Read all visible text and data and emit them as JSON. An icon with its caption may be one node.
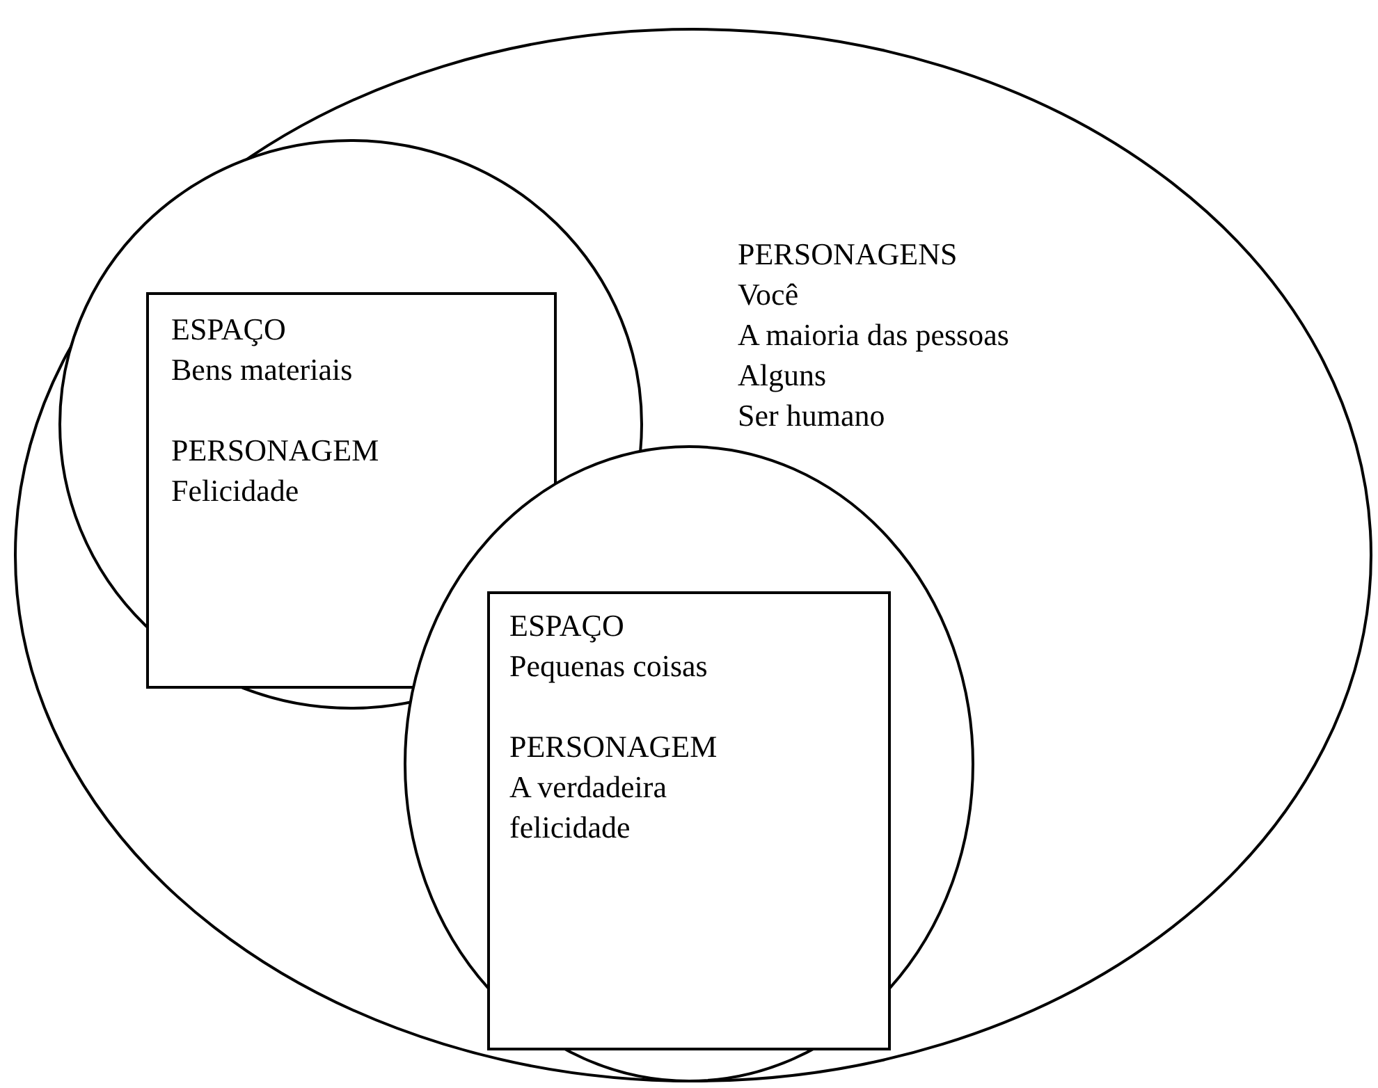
{
  "diagram": {
    "nodes": [
      {
        "text": [
          "PERSONAGENS",
          "Você",
          "A maioria das pessoas",
          "Alguns",
          "Ser humano"
        ]
      },
      {
        "text": [],
        "shape": "circle",
        "in": 0
      },
      {
        "text": [
          "ESPAÇO",
          "Bens materiais",
          "PERSONAGEM",
          "Felicidade"
        ],
        "in": 1
      },
      {
        "text": [],
        "shape": "circle",
        "in": 0
      },
      {
        "text": [
          "ESPAÇO",
          "Pequenas coisas",
          "PERSONAGEM",
          "A verdadeira felicidade"
        ],
        "in": 3
      }
    ]
  }
}
